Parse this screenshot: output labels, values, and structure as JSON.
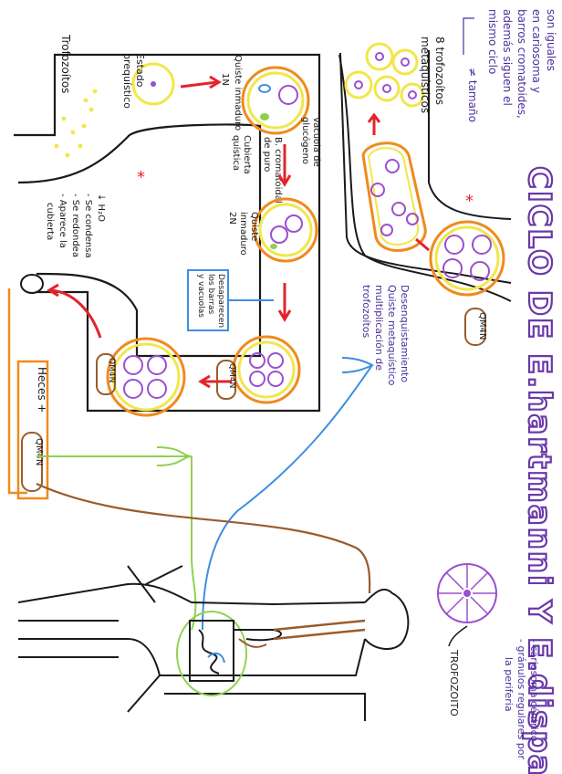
{
  "title": "CICLO DE E.hartmanni Y E.dispar",
  "notes_top_right": [
    "son iguales",
    "en cariosoma y",
    "barros cromatoides,",
    "además siguen el",
    "mismo ciclo",
    "≠ tamaño"
  ],
  "trofozoitos_metaquisticos": [
    "8 trofozoítos",
    "metaquísticos"
  ],
  "desenquistamiento": [
    "Desenquistamiento",
    "Quiste metaquístico",
    "multiplicación de",
    "trofozoítos"
  ],
  "trofozoitos_label": "Trofozoítos",
  "estado_prequistico": [
    "Estado",
    "prequístico"
  ],
  "quiste_inmaduro_1n": [
    "Quiste inmaduro",
    "1N"
  ],
  "vacuola_glucogeno": [
    "Vacuola de",
    "glucógeno"
  ],
  "barra_cromatoidal": [
    "B. cromatoidal",
    "de puro"
  ],
  "quiste_inmaduro_2n": [
    "Quiste",
    "inmaduro",
    "2N"
  ],
  "cubierta_quistica": [
    "Cubierta",
    "quística"
  ],
  "desaparecen_barras": [
    "Desaparecen",
    "los barras",
    "y vacuolas"
  ],
  "h2o_list": [
    "↓ H₂O",
    "- Se condensa",
    "- Se redondea",
    "- Aparece la",
    "cubierta"
  ],
  "qm4n_label": "QM4N",
  "heces_label": "Heces +",
  "trofozoito_label": "TROFOZOITO",
  "trofozoito_notes": [
    "- cariosoma céntrico",
    "- gránulos regulares por",
    "la periferia"
  ],
  "colors": {
    "purple": "#9b4fd0",
    "orange": "#f08a1e",
    "yellow": "#f2e64a",
    "red": "#e3242b",
    "blue": "#3d8fe0",
    "green": "#8fd14f",
    "brown": "#9a5b2c",
    "ink": "#1a1a1a"
  }
}
